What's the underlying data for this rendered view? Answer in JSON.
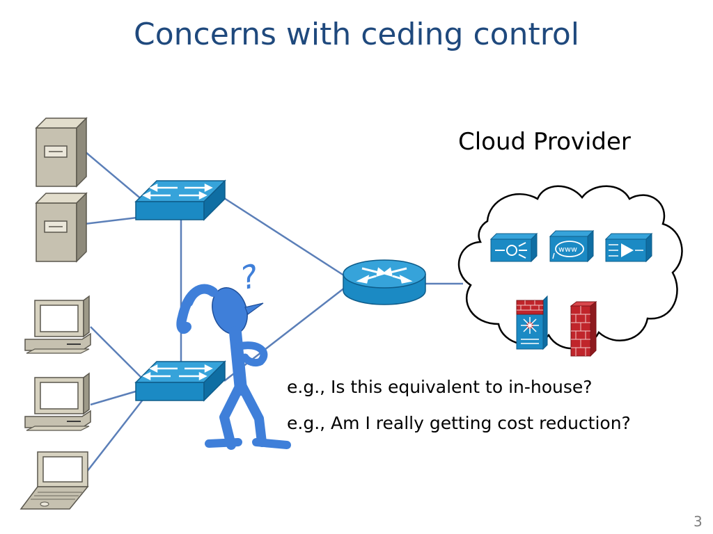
{
  "slide": {
    "title": "Concerns with ceding control",
    "cloud_label": "Cloud Provider",
    "bullets": [
      "e.g., Is this equivalent to in-house?",
      "e.g., Am I really getting cost reduction?"
    ],
    "question_mark": "?",
    "www_label": "www",
    "page_number": "3"
  },
  "colors": {
    "title": "#1f497d",
    "network_blue": "#1b8ac4",
    "link_line": "#5b7fb8",
    "person": "#3f7fd9",
    "firewall_red": "#c0252b"
  },
  "icons": [
    "server-icon",
    "server-icon",
    "switch-icon",
    "switch-icon",
    "router-icon",
    "desktop-computer-icon",
    "desktop-computer-icon",
    "laptop-icon",
    "confused-person-icon",
    "cloud-icon",
    "load-balancer-icon",
    "web-server-icon",
    "accelerator-icon",
    "layer3-switch-icon",
    "firewall-icon"
  ]
}
